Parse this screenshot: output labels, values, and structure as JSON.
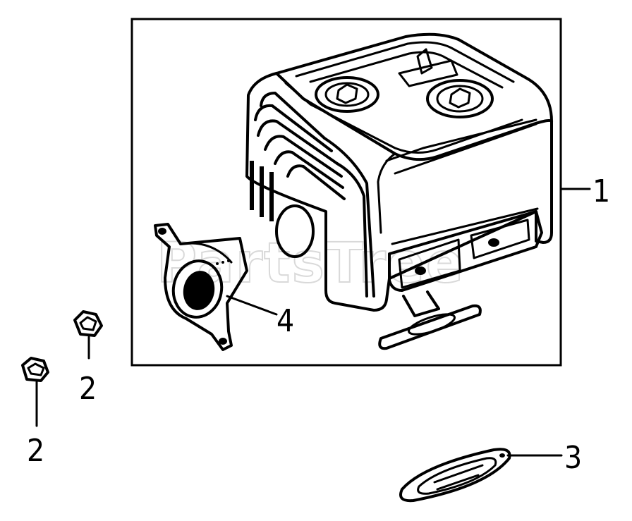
{
  "watermark": "PartsTree",
  "callouts": [
    {
      "id": "1",
      "label": "1",
      "part": "muffler"
    },
    {
      "id": "2a",
      "label": "2",
      "part": "nut"
    },
    {
      "id": "2b",
      "label": "2",
      "part": "nut"
    },
    {
      "id": "3",
      "label": "3",
      "part": "muffler-gasket"
    },
    {
      "id": "4",
      "label": "4",
      "part": "exhaust-flange-gasket"
    }
  ]
}
